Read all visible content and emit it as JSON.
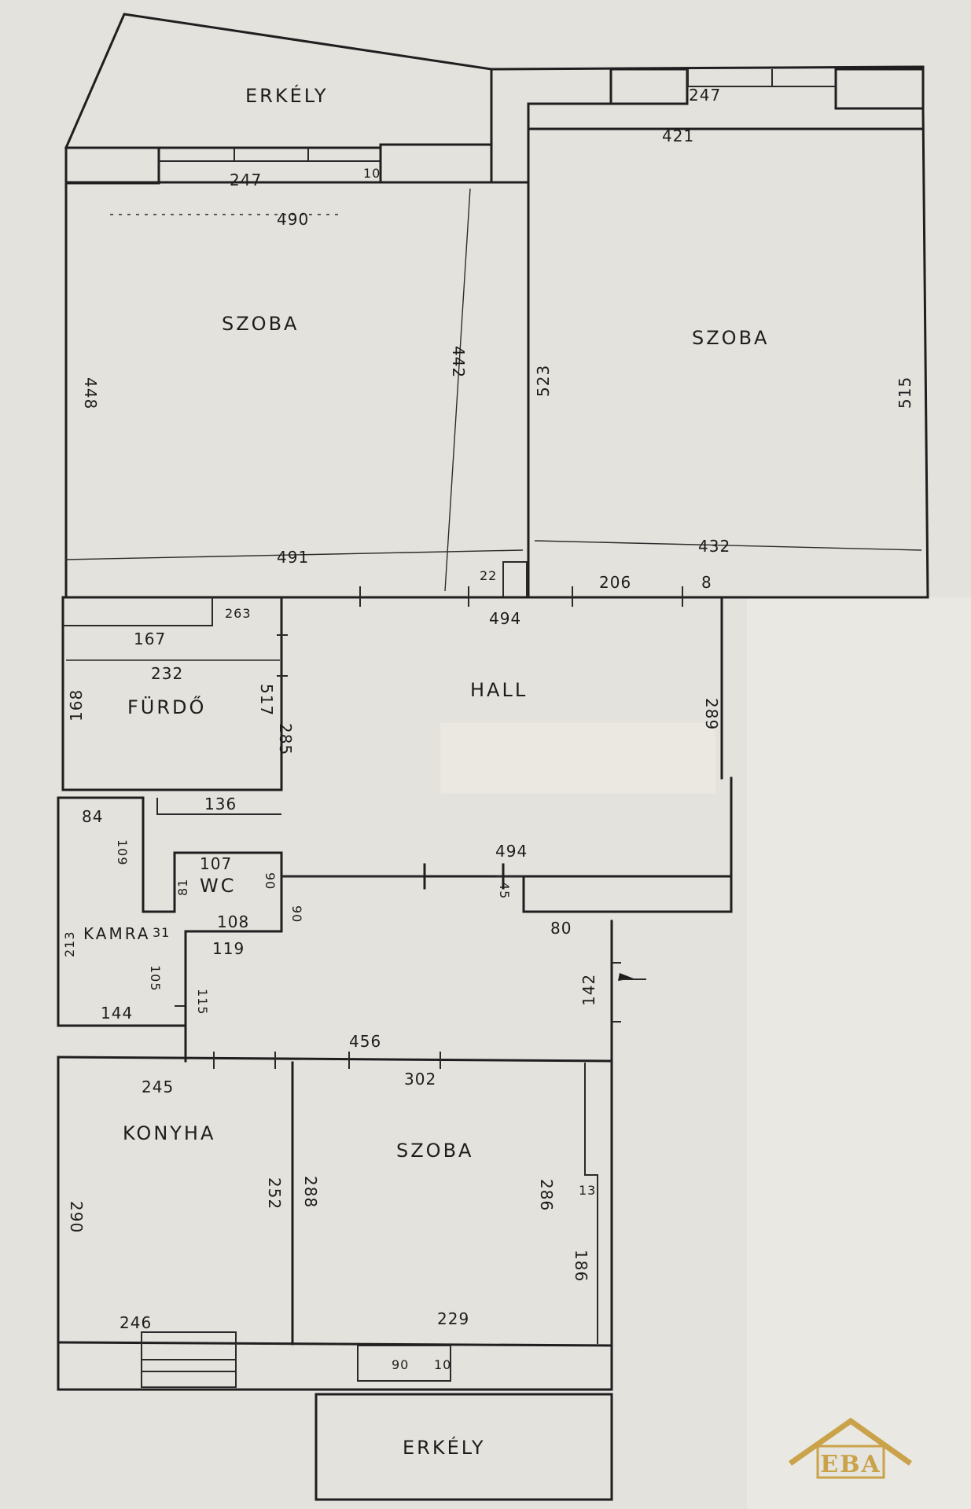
{
  "rooms": {
    "balcony_top": "ERKÉLY",
    "room_top_left": "SZOBA",
    "room_top_right": "SZOBA",
    "hall": "HALL",
    "bathroom": "FÜRDŐ",
    "wc": "WC",
    "pantry": "KAMRA",
    "kitchen": "KONYHA",
    "room_bottom": "SZOBA",
    "balcony_bottom": "ERKÉLY"
  },
  "dimensions": {
    "d_247a": "247",
    "d_10a": "10",
    "d_490": "490",
    "d_247b": "247",
    "d_421": "421",
    "d_448": "448",
    "d_442": "442",
    "d_523": "523",
    "d_515": "515",
    "d_491": "491",
    "d_432": "432",
    "d_22": "22",
    "d_206": "206",
    "d_8": "8",
    "d_263": "263",
    "d_167": "167",
    "d_232": "232",
    "d_168": "168",
    "d_517": "517",
    "d_285": "285",
    "d_494a": "494",
    "d_289": "289",
    "d_84": "84",
    "d_136": "136",
    "d_109": "109",
    "d_107": "107",
    "d_90a": "90",
    "d_81": "81",
    "d_108": "108",
    "d_119": "119",
    "d_90b": "90",
    "d_494b": "494",
    "d_45": "45",
    "d_80": "80",
    "d_213": "213",
    "d_31": "31",
    "d_105": "105",
    "d_144": "144",
    "d_115": "115",
    "d_142": "142",
    "d_456": "456",
    "d_245": "245",
    "d_302": "302",
    "d_290": "290",
    "d_252": "252",
    "d_288": "288",
    "d_286": "286",
    "d_13": "13",
    "d_186": "186",
    "d_246": "246",
    "d_229": "229",
    "d_90c": "90",
    "d_10b": "10"
  },
  "logo": {
    "text": "EBA",
    "color": "#c9a24a"
  }
}
